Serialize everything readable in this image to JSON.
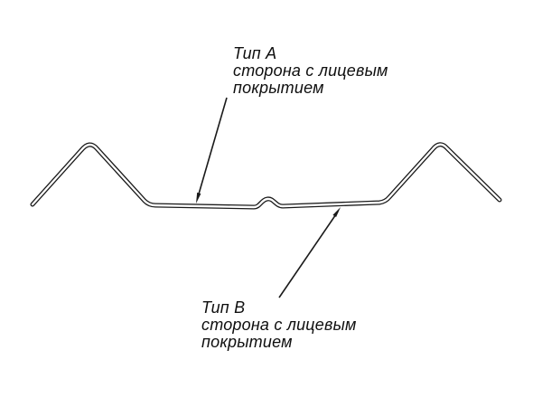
{
  "diagram": {
    "background_color": "#ffffff",
    "line_color": "#1a1a1a",
    "text_color": "#0f0f0f",
    "labels": {
      "type_a": {
        "title": "Тип А",
        "line1": "сторона с лицевым",
        "line2": "покрытием"
      },
      "type_b": {
        "title": "Тип В",
        "line1": "сторона с лицевым",
        "line2": "покрытием"
      }
    }
  }
}
